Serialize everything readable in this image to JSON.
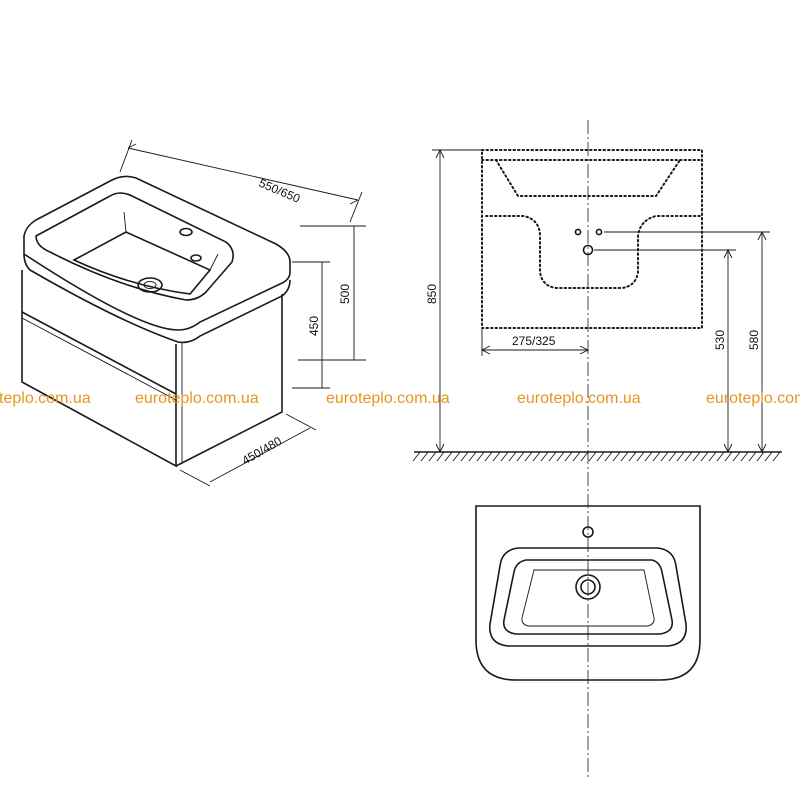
{
  "dimensions": {
    "iso_width": "550/650",
    "iso_depth": "450/480",
    "iso_height_cabinet": "450",
    "iso_height_total": "500",
    "front_height_total": "850",
    "front_half_width": "275/325",
    "front_drain_height": "530",
    "front_tap_height": "580"
  },
  "watermark": {
    "text_1": "euroteplo.com.ua",
    "text_2": "euroteplo.com.ua",
    "text_3": "euroteplo.com.ua",
    "text_4": "euroteplo.com.ua",
    "text_5": "euroteplo.com.ua"
  },
  "colors": {
    "line": "#1a1a1a",
    "watermark": "#e6961e",
    "background": "#ffffff"
  }
}
